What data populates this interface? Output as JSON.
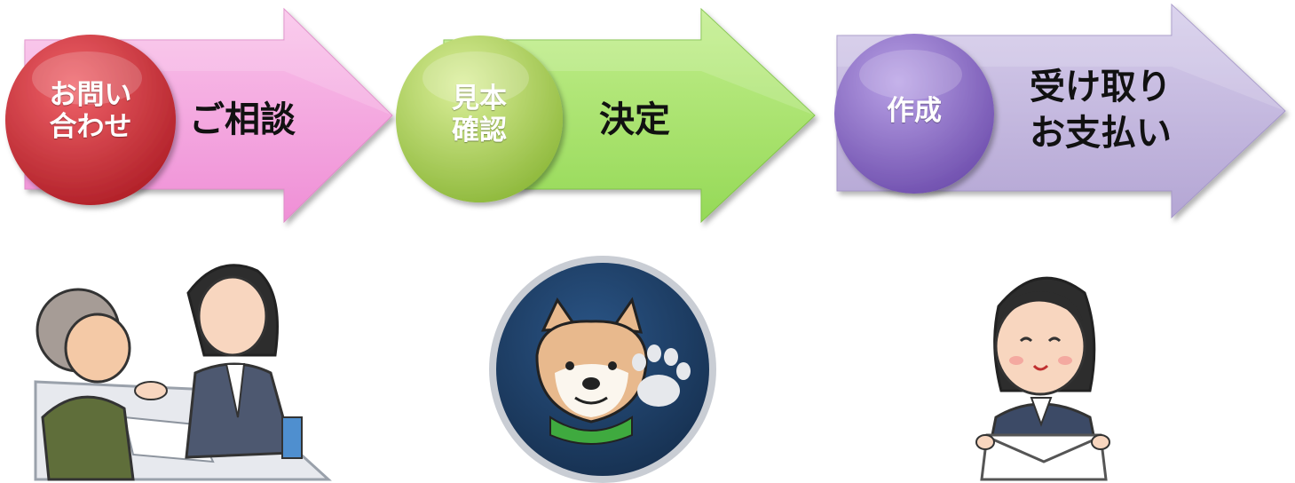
{
  "steps": [
    {
      "circle_text": [
        "お問い",
        "合わせ"
      ],
      "arrow_text": [
        "ご相談"
      ]
    },
    {
      "circle_text": [
        "見本",
        "確認"
      ],
      "arrow_text": [
        "決定"
      ]
    },
    {
      "circle_text": [
        "作成"
      ],
      "arrow_text": [
        "受け取り",
        "お支払い"
      ]
    }
  ],
  "colors": {
    "arrow_pink": "#f6a6e0",
    "arrow_green": "#a8e26a",
    "arrow_purple": "#c2b6dc",
    "circle_red": "#c8262e",
    "circle_green": "#a9cf55",
    "circle_purple": "#8a6cc2",
    "logo_navy": "#1f3e66"
  },
  "illustrations": [
    "consultation-illustration",
    "dog-paw-logo",
    "staff-with-envelope-illustration"
  ]
}
